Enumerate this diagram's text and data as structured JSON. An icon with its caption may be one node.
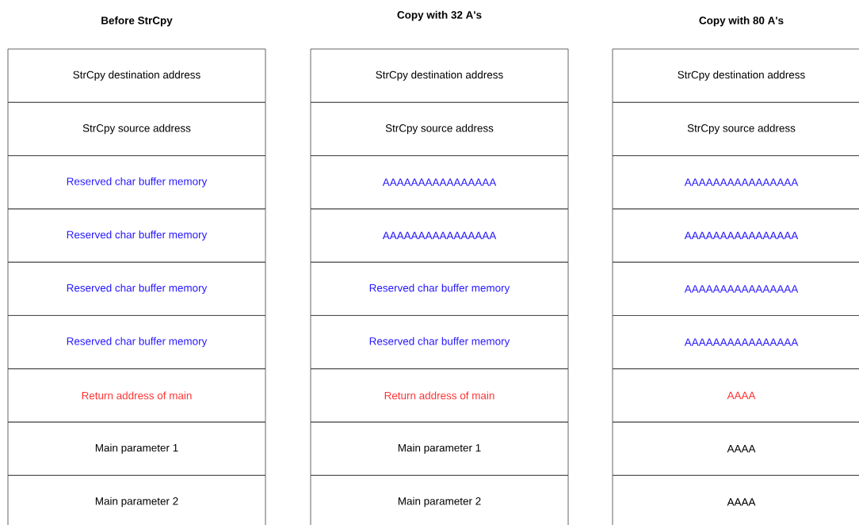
{
  "diagram": {
    "nodes": [
      {
        "text": [
          "StrCpy destination address"
        ]
      },
      {
        "text": [
          "StrCpy source address"
        ]
      },
      {
        "text": [
          "Reserved char buffer memory"
        ]
      },
      {
        "text": [
          "Reserved char buffer memory"
        ]
      },
      {
        "text": [
          "Reserved char buffer memory"
        ]
      },
      {
        "text": [
          "Reserved char buffer memory"
        ]
      },
      {
        "text": [
          "Return address of main"
        ]
      },
      {
        "text": [
          "Main parameter 1"
        ]
      },
      {
        "text": [
          "Main parameter 2"
        ]
      },
      {
        "text": [
          "StrCpy destination address"
        ]
      },
      {
        "text": [
          "StrCpy source address"
        ]
      },
      {
        "text": [
          "AAAAAAAAAAAAAAAA"
        ]
      },
      {
        "text": [
          "AAAAAAAAAAAAAAAA"
        ]
      },
      {
        "text": [
          "Reserved char buffer memory"
        ]
      },
      {
        "text": [
          "Reserved char buffer memory"
        ]
      },
      {
        "text": [
          "Return address of main"
        ]
      },
      {
        "text": [
          "Main parameter 1"
        ]
      },
      {
        "text": [
          "Main parameter 2"
        ]
      },
      {
        "text": [
          "StrCpy destination address"
        ]
      },
      {
        "text": [
          "StrCpy source address"
        ]
      },
      {
        "text": [
          "AAAAAAAAAAAAAAAA"
        ]
      },
      {
        "text": [
          "AAAAAAAAAAAAAAAA"
        ]
      },
      {
        "text": [
          "AAAAAAAAAAAAAAAA"
        ]
      },
      {
        "text": [
          "AAAAAAAAAAAAAAAA"
        ]
      },
      {
        "text": [
          "AAAA"
        ]
      },
      {
        "text": [
          "AAAA"
        ]
      },
      {
        "text": [
          "AAAA"
        ]
      }
    ],
    "labels": [
      "Before StrCpy",
      "Copy with 32 A's",
      "Copy with 80 A's"
    ]
  }
}
